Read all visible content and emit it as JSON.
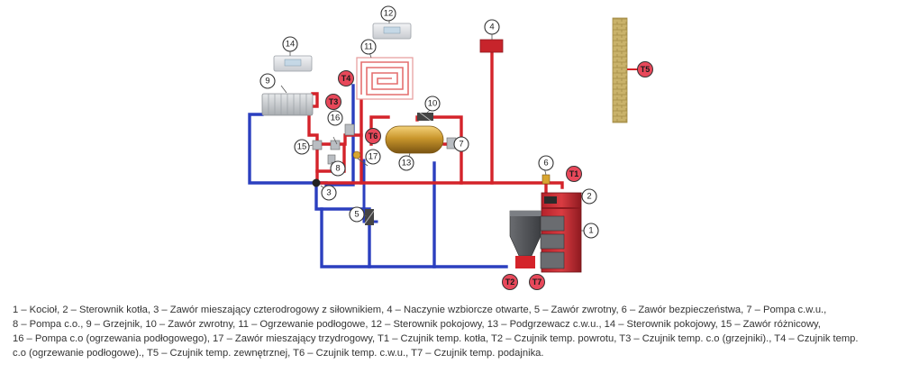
{
  "diagram": {
    "colors": {
      "supply": "#d4232a",
      "return": "#2b3fbf",
      "tag_sensor": "#e8485a",
      "tag_ring": "#333333"
    },
    "component_labels": [
      "1",
      "2",
      "3",
      "4",
      "5",
      "6",
      "7",
      "8",
      "9",
      "10",
      "11",
      "12",
      "13",
      "14",
      "15",
      "16",
      "17"
    ],
    "sensor_labels": [
      "T1",
      "T2",
      "T3",
      "T4",
      "T5",
      "T6",
      "T7"
    ]
  },
  "legend": {
    "lines": [
      "1 – Kocioł, 2 – Sterownik kotła, 3 – Zawór mieszający czterodrogowy z siłownikiem, 4 – Naczynie wzbiorcze otwarte, 5 – Zawór zwrotny, 6 – Zawór bezpieczeństwa,  7 – Pompa c.w.u.,",
      "8 – Pompa c.o., 9 – Grzejnik,  10 – Zawór zwrotny, 11 – Ogrzewanie podłogowe, 12 – Sterownik pokojowy, 13 – Podgrzewacz c.w.u., 14 – Sterownik pokojowy, 15 – Zawór różnicowy,",
      "16 – Pompa c.o (ogrzewania podłogowego), 17 – Zawór mieszający trzydrogowy, T1 – Czujnik  temp. kotła, T2 – Czujnik temp. powrotu, T3 – Czujnik temp. c.o (grzejniki)., T4 – Czujnik temp.",
      "c.o (ogrzewanie podłogowe).,  T5 – Czujnik  temp. zewnętrznej, T6 – Czujnik  temp. c.w.u., T7 – Czujnik  temp. podajnika."
    ]
  }
}
